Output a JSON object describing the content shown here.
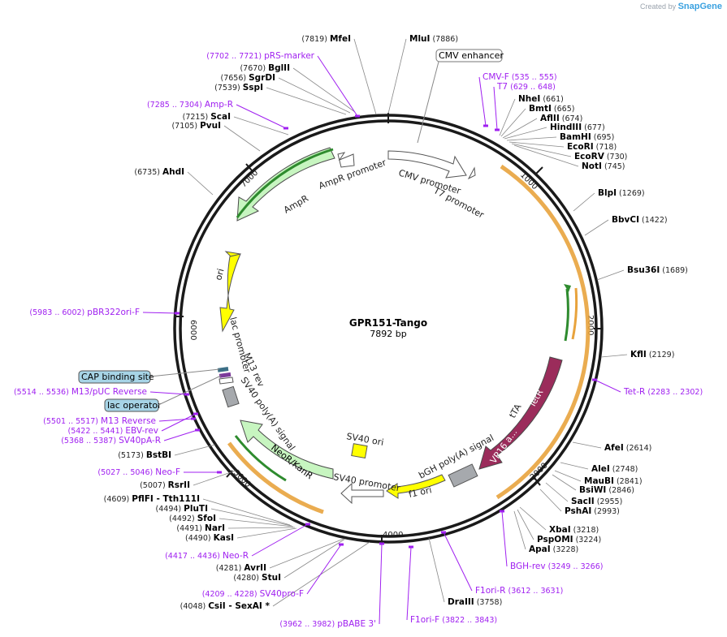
{
  "credit": {
    "prefix": "Created by",
    "brand": "SnapGene"
  },
  "plasmid": {
    "name": "GPR151-Tango",
    "size_label": "7892 bp",
    "length": 7892
  },
  "tick_labels": [
    "1000",
    "2000",
    "3000",
    "4000",
    "5000",
    "6000",
    "7000"
  ],
  "colors": {
    "site": "#000000",
    "primer": "#a020f0",
    "backbone": "#1a1a1a"
  },
  "sites": [
    {
      "name": "MluI",
      "pos": "(7886)"
    },
    {
      "name": "MfeI",
      "pos": "(7819)"
    },
    {
      "name": "BglII",
      "pos": "(7670)"
    },
    {
      "name": "SgrDI",
      "pos": "(7656)"
    },
    {
      "name": "SspI",
      "pos": "(7539)"
    },
    {
      "name": "ScaI",
      "pos": "(7215)"
    },
    {
      "name": "PvuI",
      "pos": "(7105)"
    },
    {
      "name": "AhdI",
      "pos": "(6735)"
    },
    {
      "name": "NheI",
      "pos": "(661)"
    },
    {
      "name": "BmtI",
      "pos": "(665)"
    },
    {
      "name": "AflII",
      "pos": "(674)"
    },
    {
      "name": "HindIII",
      "pos": "(677)"
    },
    {
      "name": "BamHI",
      "pos": "(695)"
    },
    {
      "name": "EcoRI",
      "pos": "(718)"
    },
    {
      "name": "EcoRV",
      "pos": "(730)"
    },
    {
      "name": "NotI",
      "pos": "(745)"
    },
    {
      "name": "BlpI",
      "pos": "(1269)"
    },
    {
      "name": "BbvCI",
      "pos": "(1422)"
    },
    {
      "name": "Bsu36I",
      "pos": "(1689)"
    },
    {
      "name": "KflI",
      "pos": "(2129)"
    },
    {
      "name": "AfeI",
      "pos": "(2614)"
    },
    {
      "name": "AleI",
      "pos": "(2748)"
    },
    {
      "name": "MauBI",
      "pos": "(2841)"
    },
    {
      "name": "BsiWI",
      "pos": "(2846)"
    },
    {
      "name": "SacII",
      "pos": "(2955)"
    },
    {
      "name": "PshAI",
      "pos": "(2993)"
    },
    {
      "name": "XbaI",
      "pos": "(3218)"
    },
    {
      "name": "PspOMI",
      "pos": "(3224)"
    },
    {
      "name": "ApaI",
      "pos": "(3228)"
    },
    {
      "name": "DraIII",
      "pos": "(3758)"
    },
    {
      "name": "CsiI - SexAI *",
      "pos": "(4048)"
    },
    {
      "name": "StuI",
      "pos": "(4280)"
    },
    {
      "name": "AvrII",
      "pos": "(4281)"
    },
    {
      "name": "KasI",
      "pos": "(4490)"
    },
    {
      "name": "NarI",
      "pos": "(4491)"
    },
    {
      "name": "SfoI",
      "pos": "(4492)"
    },
    {
      "name": "PluTI",
      "pos": "(4494)"
    },
    {
      "name": "PflFI - Tth111I",
      "pos": "(4609)"
    },
    {
      "name": "RsrII",
      "pos": "(5007)"
    },
    {
      "name": "BstBI",
      "pos": "(5173)"
    }
  ],
  "primers": [
    {
      "name": "pRS-marker",
      "range": "(7702 .. 7721)"
    },
    {
      "name": "Amp-R",
      "range": "(7285 .. 7304)"
    },
    {
      "name": "CMV-F",
      "range": "(535 .. 555)"
    },
    {
      "name": "T7",
      "range": "(629 .. 648)"
    },
    {
      "name": "pBR322ori-F",
      "range": "(5983 .. 6002)"
    },
    {
      "name": "M13/pUC Reverse",
      "range": "(5514 .. 5536)"
    },
    {
      "name": "EBV-rev",
      "range": "(5422 .. 5441)"
    },
    {
      "name": "M13 Reverse",
      "range": "(5501 .. 5517)"
    },
    {
      "name": "SV40pA-R",
      "range": "(5368 .. 5387)"
    },
    {
      "name": "Neo-F",
      "range": "(5027 .. 5046)"
    },
    {
      "name": "Neo-R",
      "range": "(4417 .. 4436)"
    },
    {
      "name": "SV40pro-F",
      "range": "(4209 .. 4228)"
    },
    {
      "name": "pBABE 3'",
      "range": "(3962 .. 3982)"
    },
    {
      "name": "F1ori-F",
      "range": "(3822 .. 3843)"
    },
    {
      "name": "F1ori-R",
      "range": "(3612 .. 3631)"
    },
    {
      "name": "BGH-rev",
      "range": "(3249 .. 3266)"
    },
    {
      "name": "Tet-R",
      "range": "(2283 .. 2302)"
    }
  ],
  "boxed_features": [
    "CMV enhancer",
    "CAP binding site",
    "lac operator"
  ],
  "features": [
    {
      "name": "CMV promoter"
    },
    {
      "name": "T7 promoter"
    },
    {
      "name": "AmpR promoter"
    },
    {
      "name": "AmpR"
    },
    {
      "name": "ori"
    },
    {
      "name": "lac promoter"
    },
    {
      "name": "M13 rev"
    },
    {
      "name": "SV40 poly(A) signal"
    },
    {
      "name": "NeoR/KanR"
    },
    {
      "name": "SV40 promoter"
    },
    {
      "name": "SV40 ori"
    },
    {
      "name": "f1 ori"
    },
    {
      "name": "bGH poly(A) signal"
    },
    {
      "name": "tTA"
    },
    {
      "name": "TetR"
    },
    {
      "name": "VP16 a..."
    }
  ]
}
